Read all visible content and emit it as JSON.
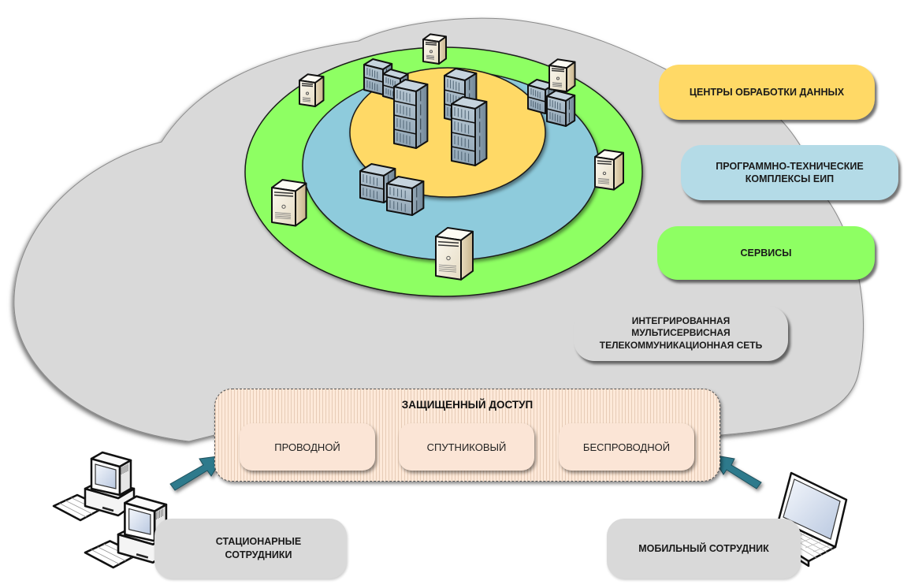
{
  "diagram": {
    "cloud": {
      "label": "ИНТЕГРИРОВАННАЯ МУЛЬТИСЕРВИСНАЯ ТЕЛЕКОММУНИКАЦИОННАЯ СЕТЬ",
      "label_lines": [
        "ИНТЕГРИРОВАННАЯ",
        "МУЛЬТИСЕРВИСНАЯ",
        "ТЕЛЕКОММУНИКАЦИОННАЯ СЕТЬ"
      ],
      "color": "#d9d9d9"
    },
    "rings": [
      {
        "name": "services",
        "color": "#8eff63"
      },
      {
        "name": "ptk",
        "color": "#8ecbdc"
      },
      {
        "name": "data-centers",
        "color": "#ffd966"
      }
    ],
    "legend": [
      {
        "id": "dc",
        "lines": [
          "ЦЕНТРЫ ОБРАБОТКИ ДАННЫХ"
        ],
        "color": "#ffd966"
      },
      {
        "id": "ptk",
        "lines": [
          "ПРОГРАММНО-ТЕХНИЧЕСКИЕ",
          "КОМПЛЕКСЫ ЕИП"
        ],
        "color": "#b4dbe7"
      },
      {
        "id": "svc",
        "lines": [
          "СЕРВИСЫ"
        ],
        "color": "#8eff63"
      }
    ],
    "access": {
      "title": "ЗАЩИЩЕННЫЙ ДОСТУП",
      "items": [
        "ПРОВОДНОЙ",
        "СПУТНИКОВЫЙ",
        "БЕСПРОВОДНОЙ"
      ],
      "color": "#fde9d9"
    },
    "users": {
      "stationary": {
        "lines": [
          "СТАЦИОНАРНЫЕ",
          "СОТРУДНИКИ"
        ],
        "icon": "desktop-computer-icon"
      },
      "mobile": {
        "lines": [
          "МОБИЛЬНЫЙ СОТРУДНИК"
        ],
        "icon": "laptop-icon"
      }
    },
    "arrow_color": "#2e7a8c",
    "icons": {
      "tower_server": "tower-server-icon",
      "rack_server": "rack-server-icon"
    }
  }
}
